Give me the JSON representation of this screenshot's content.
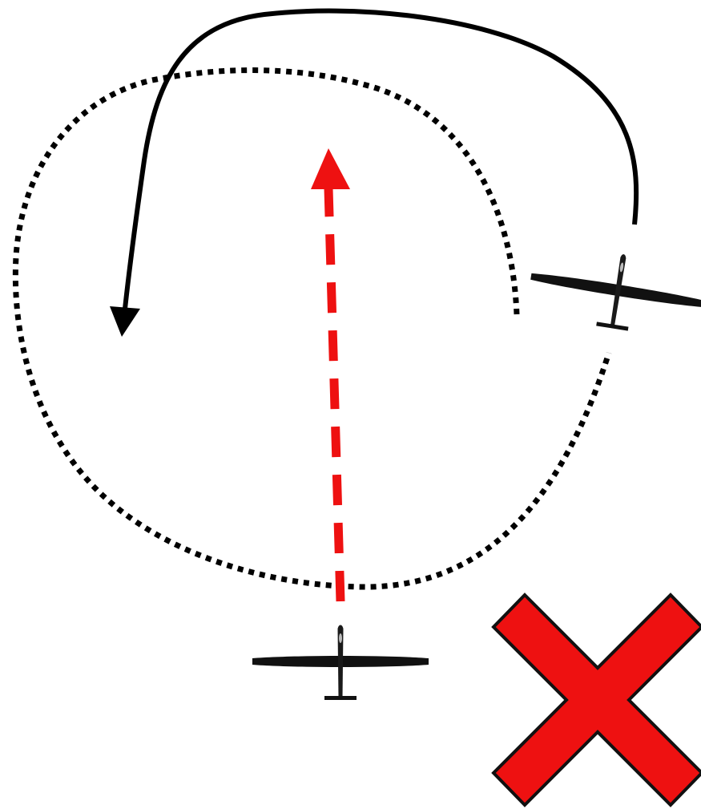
{
  "diagram": {
    "elements": {
      "thermal_circle": {
        "style": "dotted",
        "color": "#000000"
      },
      "turn_arrow": {
        "style": "solid",
        "color": "#000000",
        "direction": "counter-clockwise"
      },
      "straight_path": {
        "style": "dashed",
        "color": "#ee1111",
        "direction": "up"
      },
      "glider_circling": {
        "icon": "glider-icon",
        "color": "#000000"
      },
      "glider_entering": {
        "icon": "glider-icon",
        "color": "#000000"
      },
      "wrong_mark": {
        "icon": "red-x-icon",
        "color": "#ee1111",
        "outline": "#000000",
        "meaning": "incorrect"
      }
    }
  }
}
